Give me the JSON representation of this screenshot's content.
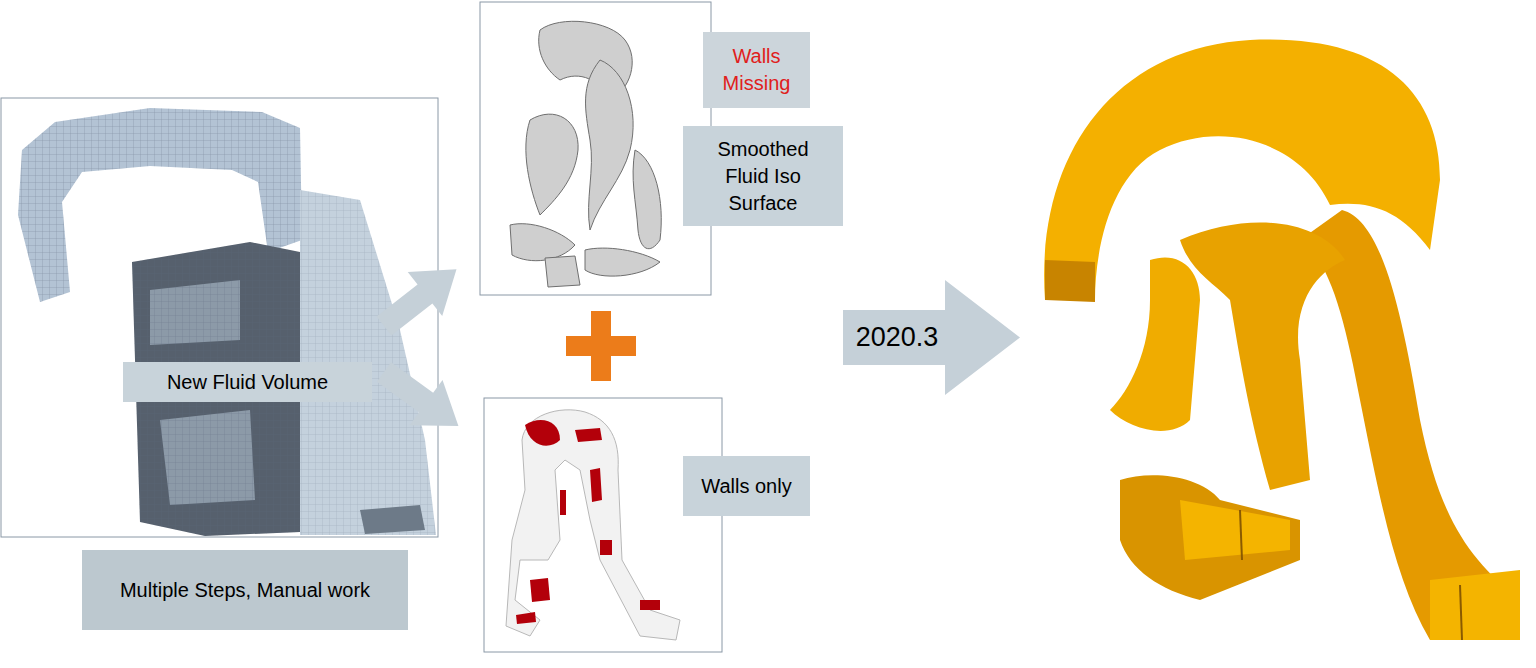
{
  "diagram": {
    "nodes": [
      {
        "text": [
          "New Fluid Volume"
        ]
      },
      {
        "text": [
          "Multiple Steps, Manual work"
        ]
      },
      {
        "text": [
          "Walls Missing"
        ]
      },
      {
        "text": [
          "Smoothed Fluid Iso Surface"
        ]
      },
      {
        "text": [
          "Walls only"
        ]
      },
      {
        "text": [
          "2020.3"
        ]
      }
    ]
  }
}
